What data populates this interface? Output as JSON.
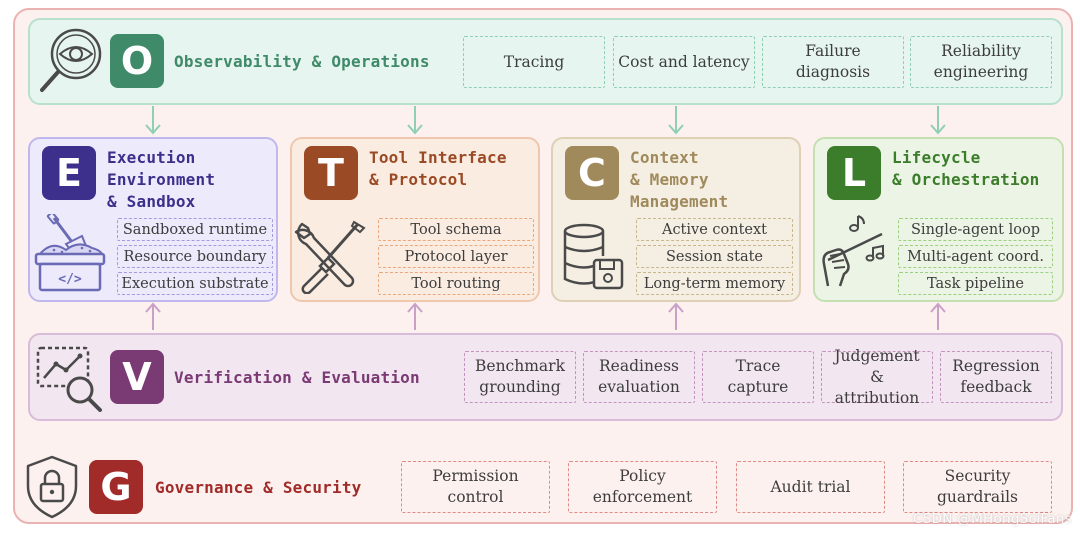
{
  "observability": {
    "letter": "O",
    "title": "Observability & Operations",
    "tags": [
      "Tracing",
      "Cost and latency",
      "Failure diagnosis",
      "Reliability engineering"
    ],
    "color": "#3f8a68"
  },
  "execution": {
    "letter": "E",
    "title": [
      "Execution",
      "Environment",
      "& Sandbox"
    ],
    "tags": [
      "Sandboxed runtime",
      "Resource boundary",
      "Execution substrate"
    ],
    "color": "#3d2f8c"
  },
  "tool": {
    "letter": "T",
    "title": [
      "Tool Interface",
      "& Protocol"
    ],
    "tags": [
      "Tool schema",
      "Protocol layer",
      "Tool routing"
    ],
    "color": "#9a4a24"
  },
  "context": {
    "letter": "C",
    "title": [
      "Context",
      "& Memory",
      "Management"
    ],
    "tags": [
      "Active context",
      "Session state",
      "Long-term memory"
    ],
    "color": "#a08a5c"
  },
  "lifecycle": {
    "letter": "L",
    "title": [
      "Lifecycle",
      "& Orchestration"
    ],
    "tags": [
      "Single-agent loop",
      "Multi-agent coord.",
      "Task pipeline"
    ],
    "color": "#3b7d2a"
  },
  "verification": {
    "letter": "V",
    "title": "Verification & Evaluation",
    "tags": [
      "Benchmark grounding",
      "Readiness evaluation",
      "Trace capture",
      "Judgement & attribution",
      "Regression feedback"
    ],
    "color": "#7a3a73"
  },
  "governance": {
    "letter": "G",
    "title": "Governance & Security",
    "tags": [
      "Permission control",
      "Policy enforcement",
      "Audit trial",
      "Security guardrails"
    ],
    "color": "#a12b28"
  },
  "icons": [
    "eye-magnifier-icon",
    "sandbox-code-icon",
    "wrench-screwdriver-icon",
    "database-save-icon",
    "conductor-music-icon",
    "chart-magnifier-icon",
    "shield-lock-icon"
  ],
  "watermark": "CSDN @MHongSciFans"
}
